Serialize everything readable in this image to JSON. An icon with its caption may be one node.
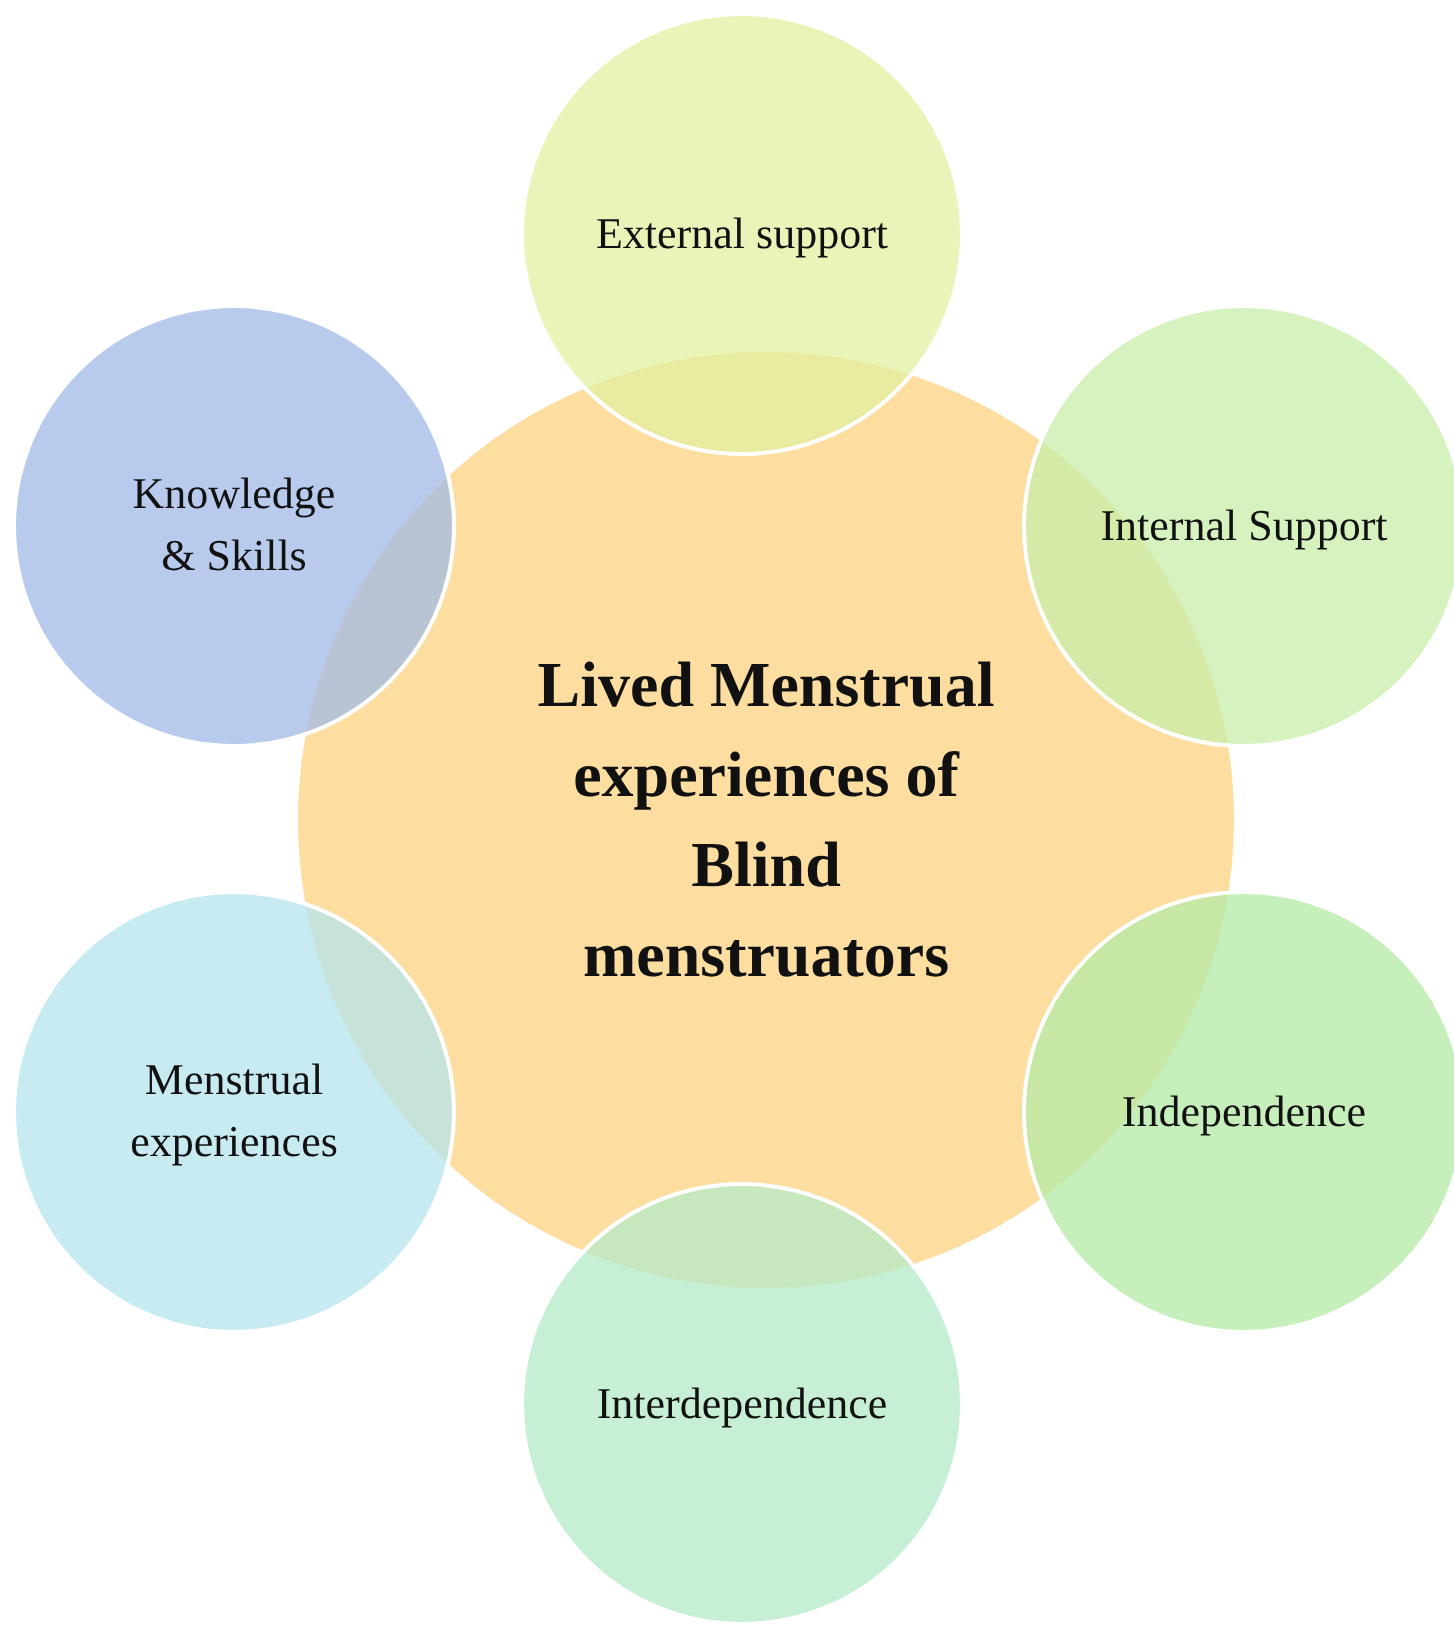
{
  "diagram": {
    "nodes": [
      {
        "text": [
          "Lived Menstrual experiences of Blind menstruators"
        ]
      },
      {
        "text": [
          "External support"
        ]
      },
      {
        "text": [
          "Internal Support"
        ]
      },
      {
        "text": [
          "Independence"
        ]
      },
      {
        "text": [
          "Interdependence"
        ]
      },
      {
        "text": [
          "Menstrual experiences"
        ]
      },
      {
        "text": [
          "Knowledge & Skills"
        ]
      }
    ]
  }
}
